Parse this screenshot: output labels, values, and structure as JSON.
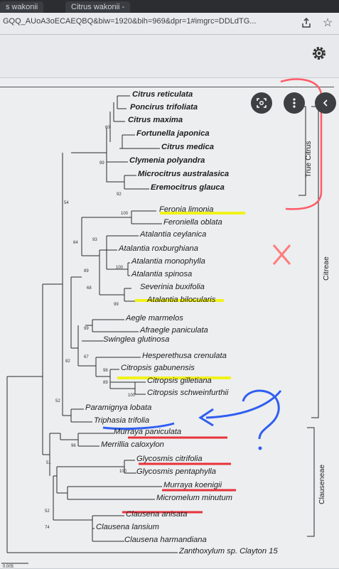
{
  "browser": {
    "tab_1_title": "s wakonii",
    "tab_2_title": "Citrus wakonii -",
    "url": "GQQ_AUoA3oECAEQBQ&biw=1920&bih=969&dpr=1#imgrc=DDLdTG...",
    "share_icon": "share-icon",
    "star_icon": "star-icon",
    "settings_icon": "gear-icon"
  },
  "image_viewer": {
    "lens_icon": "lens-icon",
    "more_icon": "more-icon",
    "next_icon": "chevron-left-icon"
  },
  "tree": {
    "taxa": [
      {
        "name": "Citrus reticulata",
        "bold": true
      },
      {
        "name": "Poncirus trifoliata",
        "bold": true
      },
      {
        "name": "Citrus maxima",
        "bold": true
      },
      {
        "name": "Fortunella japonica",
        "bold": true
      },
      {
        "name": "Citrus medica",
        "bold": true
      },
      {
        "name": "Clymenia polyandra",
        "bold": true
      },
      {
        "name": "Microcitrus australasica",
        "bold": true
      },
      {
        "name": "Eremocitrus glauca",
        "bold": true
      },
      {
        "name": "Feronia limonia",
        "bold": false
      },
      {
        "name": "Feroniella oblata",
        "bold": false
      },
      {
        "name": "Atalantia ceylanica",
        "bold": false
      },
      {
        "name": "Atalantia roxburghiana",
        "bold": false
      },
      {
        "name": "Atalantia monophylla",
        "bold": false
      },
      {
        "name": "Atalantia spinosa",
        "bold": false
      },
      {
        "name": "Severinia buxifolia",
        "bold": false
      },
      {
        "name": "Atalantia bilocularis",
        "bold": false
      },
      {
        "name": "Aegle marmelos",
        "bold": false
      },
      {
        "name": "Afraegle paniculata",
        "bold": false
      },
      {
        "name": "Swinglea glutinosa",
        "bold": false
      },
      {
        "name": "Hesperethusa crenulata",
        "bold": false
      },
      {
        "name": "Citropsis gabunensis",
        "bold": false
      },
      {
        "name": "Citropsis gilletiana",
        "bold": false
      },
      {
        "name": "Citropsis schweinfurthii",
        "bold": false
      },
      {
        "name": "Paramignya lobata",
        "bold": false
      },
      {
        "name": "Triphasia trifolia",
        "bold": false
      },
      {
        "name": "Murraya paniculata",
        "bold": false
      },
      {
        "name": "Merrillia caloxylon",
        "bold": false
      },
      {
        "name": "Glycosmis citrifolia",
        "bold": false
      },
      {
        "name": "Glycosmis pentaphylla",
        "bold": false
      },
      {
        "name": "Murraya koenigii",
        "bold": false
      },
      {
        "name": "Micromelum minutum",
        "bold": false
      },
      {
        "name": "Clausena anisata",
        "bold": false
      },
      {
        "name": "Clausena lansium",
        "bold": false
      },
      {
        "name": "Clausena harmandiana",
        "bold": false
      },
      {
        "name": "Zanthoxylum sp. Clayton 15",
        "bold": false
      }
    ],
    "bootstrap": [
      "60",
      "99",
      "92",
      "54",
      "100",
      "64",
      "93",
      "100",
      "89",
      "68",
      "99",
      "99",
      "67",
      "98",
      "89",
      "100",
      "82",
      "52",
      "96",
      "51",
      "100",
      "52",
      "74"
    ],
    "clades": {
      "true_citrus": "True Citrus",
      "citreae": "Citreae",
      "clauseneae": "Clauseneae"
    },
    "scale": "0.005"
  },
  "annotations": {
    "highlight_color": "#f2f21a",
    "underline_red": "#e8323a",
    "arrow_blue": "#2f5ef0",
    "bracket_pink": "#ff5a68",
    "cross_pink": "#ff7c7c"
  }
}
